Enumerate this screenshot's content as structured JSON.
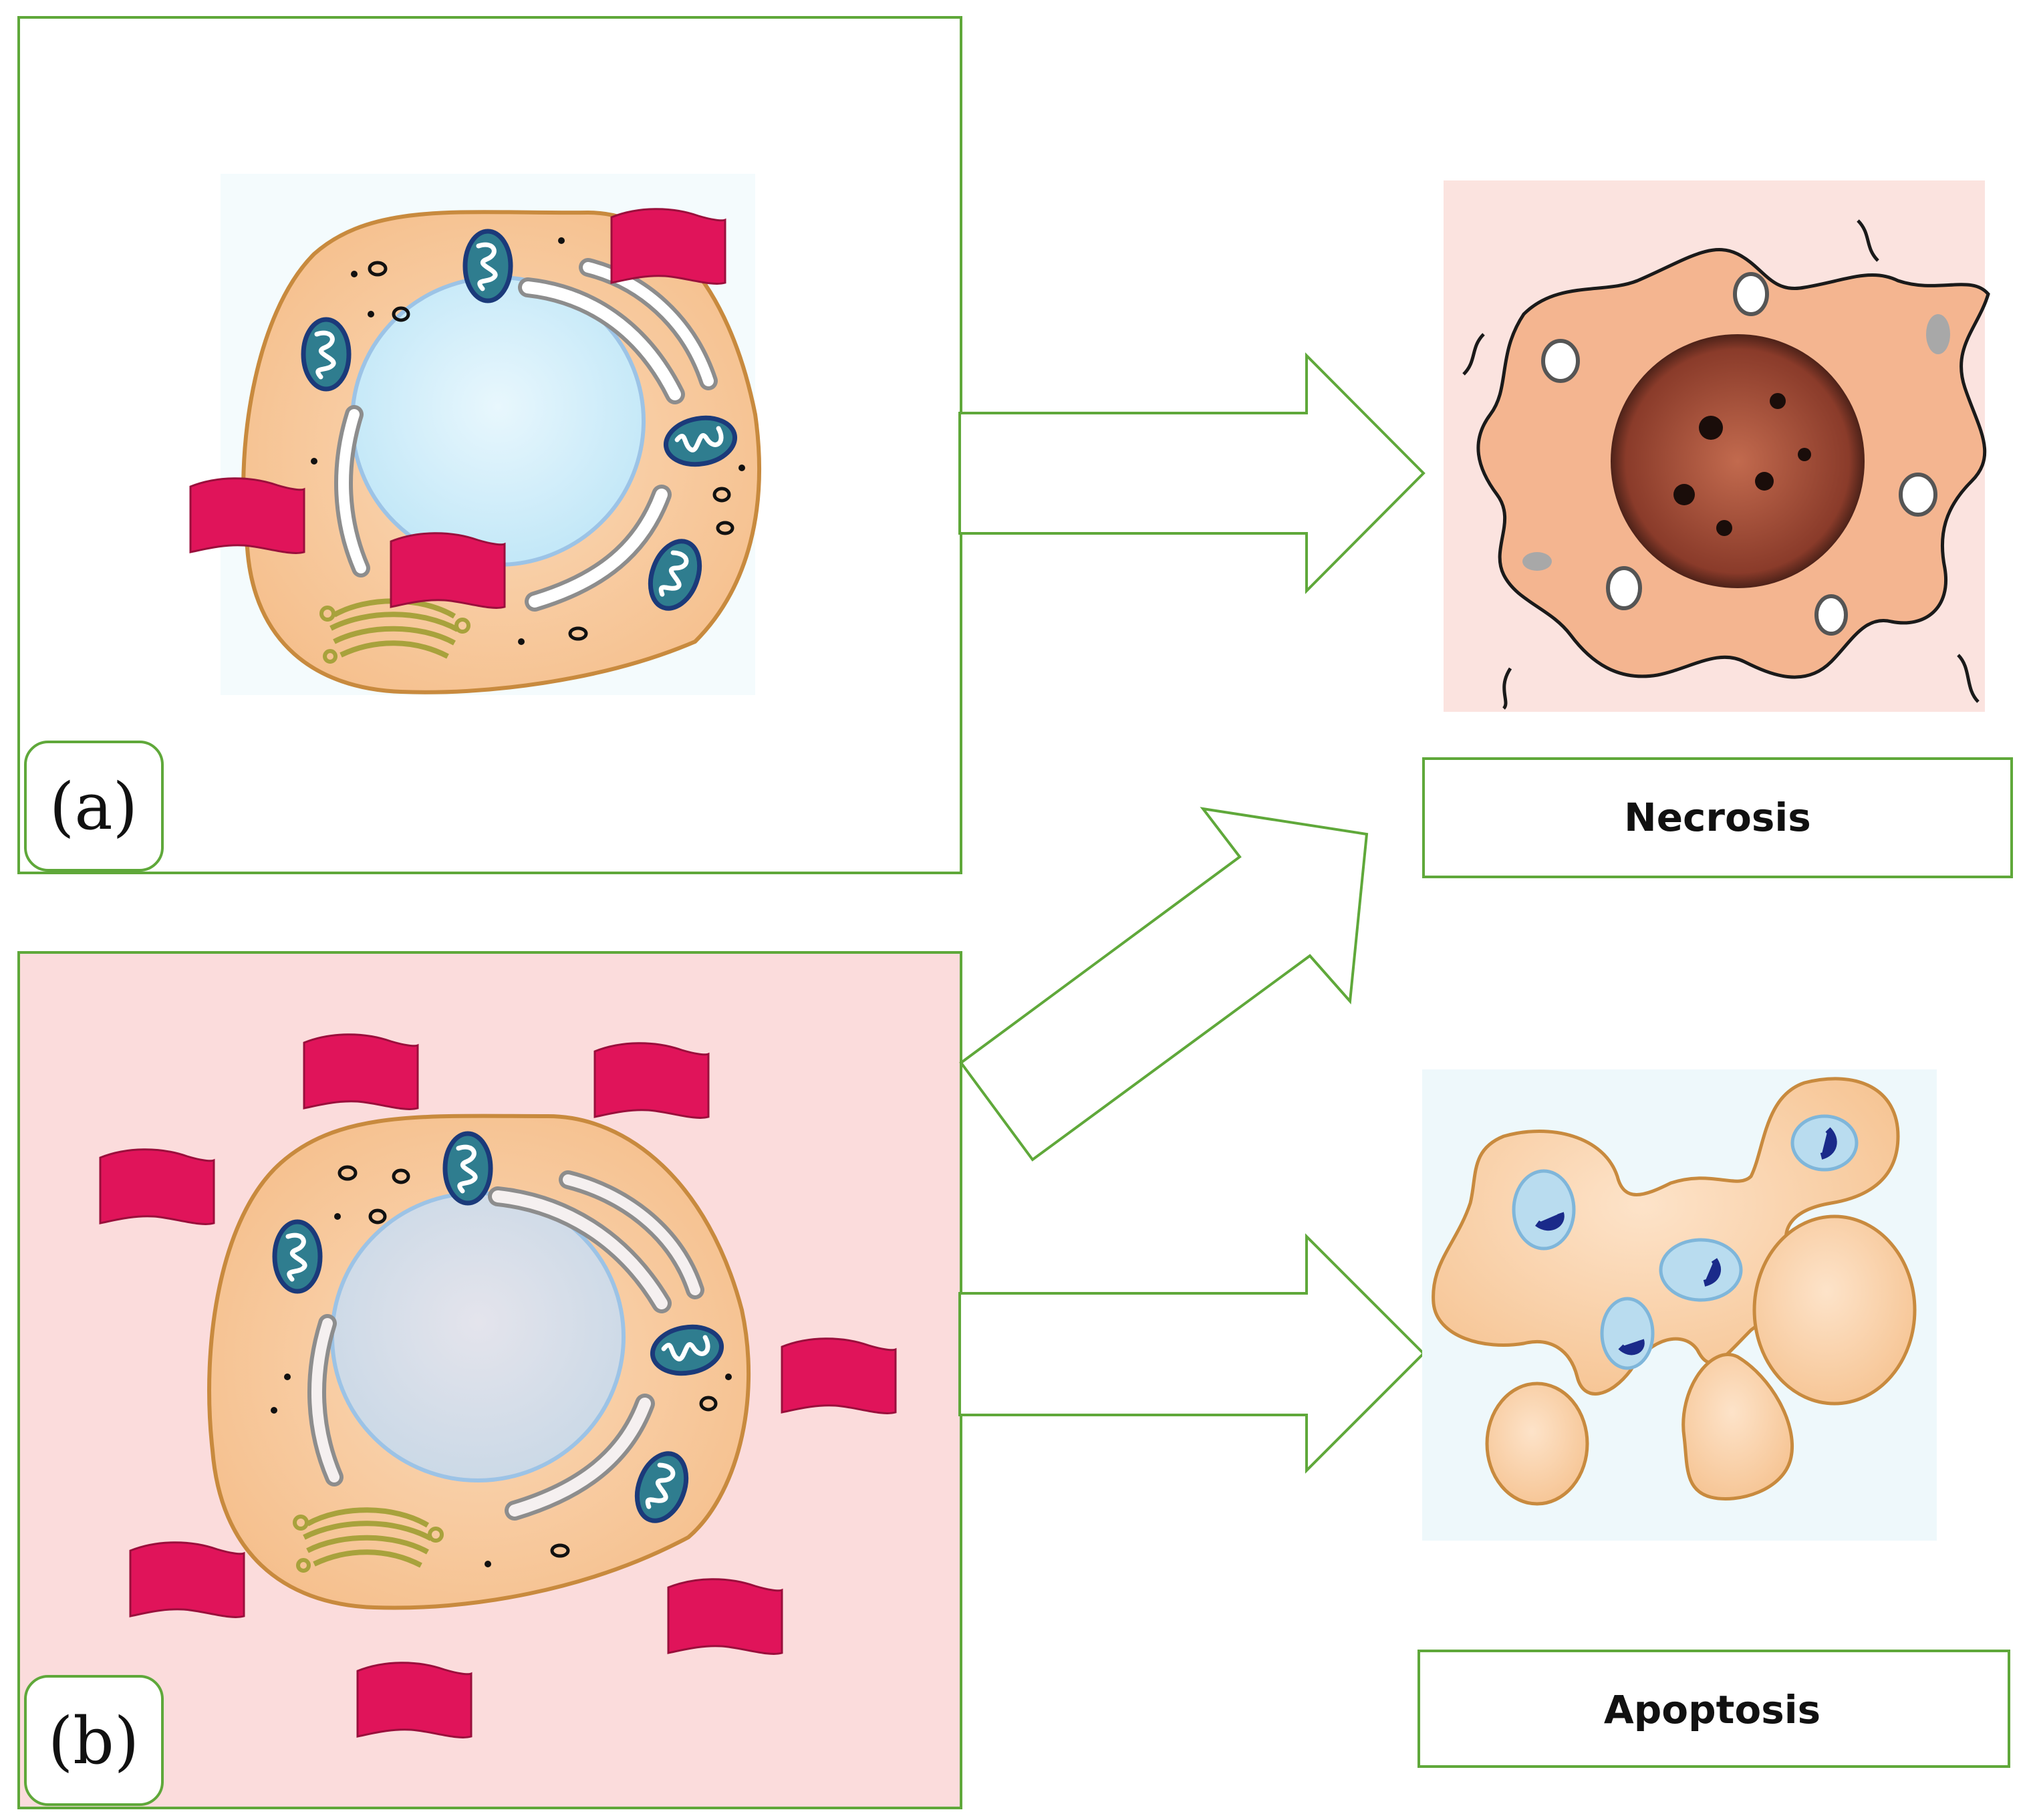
{
  "panels": {
    "a": {
      "label": "(a)"
    },
    "b": {
      "label": "(b)"
    }
  },
  "outcomes": {
    "necrosis": {
      "label": "Necrosis"
    },
    "apoptosis": {
      "label": "Apoptosis"
    }
  },
  "colors": {
    "frame": "#5fa83a",
    "panel_b_background": "#fbdcdc",
    "cytoplasm": "#f8c9a0",
    "cell_outline": "#c88a3e",
    "nucleus": "#d3eefa",
    "flag": "#e0145a",
    "mitochondria": "#2f7d8f",
    "necrosis_background": "#fbe3df",
    "apoptosis_background": "#eef8fb"
  }
}
